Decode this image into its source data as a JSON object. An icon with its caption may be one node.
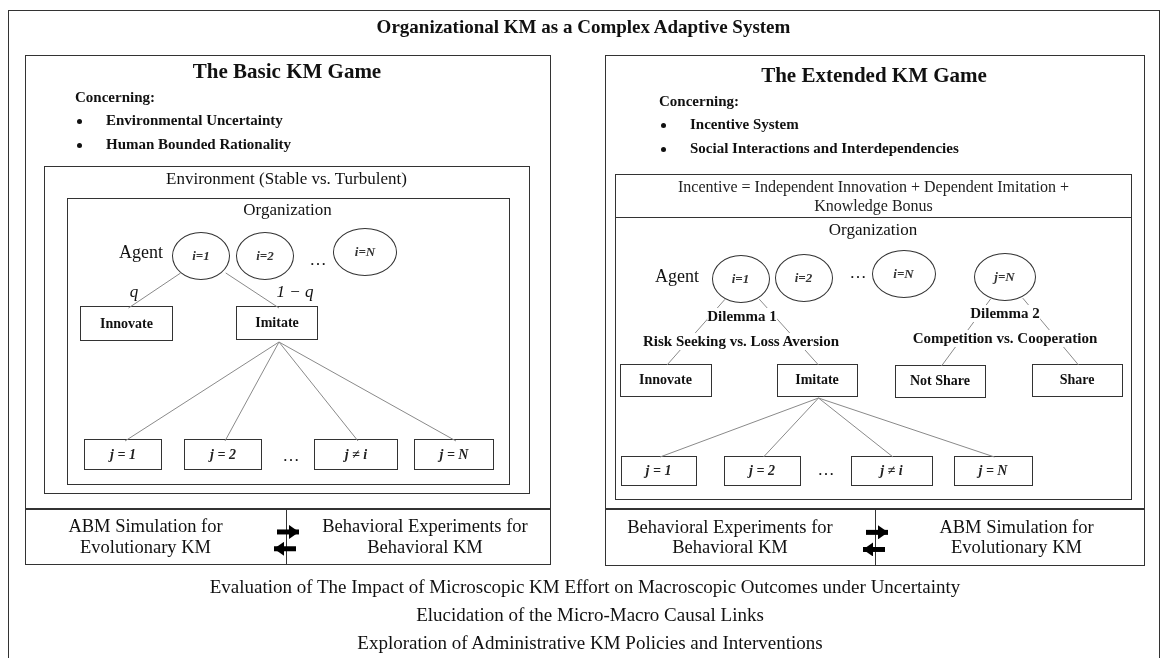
{
  "diagram": {
    "nodes": [
      {
        "text": [
          "Organizational KM as a Complex Adaptive System"
        ]
      },
      {
        "text": [
          "The Basic KM Game",
          "Concerning:",
          "Environmental Uncertainty",
          "Human Bounded Rationality"
        ],
        "in": 0
      },
      {
        "text": [
          "Environment (Stable vs. Turbulent)"
        ],
        "in": 1
      },
      {
        "text": [
          "Organization"
        ],
        "in": 2
      },
      {
        "text": [
          "i=1"
        ],
        "in": 3,
        "beside": [
          "Agent"
        ]
      },
      {
        "text": [
          "i=2"
        ],
        "in": 3
      },
      {
        "text": [
          "i=N"
        ],
        "in": 3
      },
      {
        "text": [
          "Innovate"
        ],
        "in": 3
      },
      {
        "text": [
          "Imitate"
        ],
        "in": 3
      },
      {
        "text": [
          "j = 1"
        ],
        "in": 3
      },
      {
        "text": [
          "j = 2"
        ],
        "in": 3
      },
      {
        "text": [
          "j ≠ i"
        ],
        "in": 3
      },
      {
        "text": [
          "j = N"
        ],
        "in": 3
      },
      {
        "text": [
          "ABM Simulation for Evolutionary KM"
        ],
        "in": 0
      },
      {
        "text": [
          "Behavioral Experiments for Behavioral KM"
        ],
        "in": 0
      },
      {
        "text": [
          "The Extended KM Game",
          "Concerning:",
          "Incentive System",
          "Social Interactions and Interdependencies"
        ],
        "in": 0
      },
      {
        "text": [
          "Incentive = Independent Innovation + Dependent Imitation + Knowledge Bonus"
        ],
        "in": 15
      },
      {
        "text": [
          "Organization"
        ],
        "in": 15
      },
      {
        "text": [
          "i=1"
        ],
        "in": 17,
        "beside": [
          "Agent"
        ]
      },
      {
        "text": [
          "i=2"
        ],
        "in": 17
      },
      {
        "text": [
          "i=N"
        ],
        "in": 17
      },
      {
        "text": [
          "j=N"
        ],
        "in": 17
      },
      {
        "text": [
          "Innovate"
        ],
        "in": 17
      },
      {
        "text": [
          "Imitate"
        ],
        "in": 17
      },
      {
        "text": [
          "Not Share"
        ],
        "in": 17
      },
      {
        "text": [
          "Share"
        ],
        "in": 17
      },
      {
        "text": [
          "j = 1"
        ],
        "in": 17
      },
      {
        "text": [
          "j = 2"
        ],
        "in": 17
      },
      {
        "text": [
          "j ≠ i"
        ],
        "in": 17
      },
      {
        "text": [
          "j = N"
        ],
        "in": 17
      },
      {
        "text": [
          "Behavioral Experiments for Behavioral KM"
        ],
        "in": 0
      },
      {
        "text": [
          "ABM Simulation for Evolutionary KM"
        ],
        "in": 0
      }
    ],
    "edges": [
      {
        "from": 4,
        "to": 7,
        "arrow": "none",
        "label": "q"
      },
      {
        "from": 4,
        "to": 8,
        "arrow": "none",
        "label": "1 − *q*"
      },
      {
        "from": 8,
        "to": 9,
        "arrow": "none"
      },
      {
        "from": 8,
        "to": 10,
        "arrow": "none"
      },
      {
        "from": 8,
        "to": 11,
        "arrow": "none"
      },
      {
        "from": 8,
        "to": 12,
        "arrow": "none"
      },
      {
        "from": 13,
        "to": 14,
        "arrow": "to",
        "style": "thick",
        "color": "#000000"
      },
      {
        "from": 14,
        "to": 13,
        "arrow": "to",
        "style": "thick",
        "color": "#000000"
      },
      {
        "from": 18,
        "to": 22,
        "arrow": "none"
      },
      {
        "from": 18,
        "to": 23,
        "arrow": "none"
      },
      {
        "from": 21,
        "to": 24,
        "arrow": "none"
      },
      {
        "from": 21,
        "to": 25,
        "arrow": "none"
      },
      {
        "from": 23,
        "to": 26,
        "arrow": "none"
      },
      {
        "from": 23,
        "to": 27,
        "arrow": "none"
      },
      {
        "from": 23,
        "to": 28,
        "arrow": "none"
      },
      {
        "from": 23,
        "to": 29,
        "arrow": "none"
      },
      {
        "from": 30,
        "to": 31,
        "arrow": "to",
        "style": "thick",
        "color": "#000000"
      },
      {
        "from": 31,
        "to": 30,
        "arrow": "to",
        "style": "thick",
        "color": "#000000"
      }
    ],
    "labels": [
      "…",
      "…",
      "…",
      "Dilemma 1",
      "Risk Seeking vs. Loss Aversion",
      "Dilemma 2",
      "Competition vs. Cooperation",
      "…",
      "Evaluation of The Impact of Microscopic KM Effort on Macroscopic Outcomes under Uncertainty",
      "Elucidation of the Micro-Macro Causal Links",
      "Exploration of Administrative KM Policies and Interventions"
    ]
  }
}
